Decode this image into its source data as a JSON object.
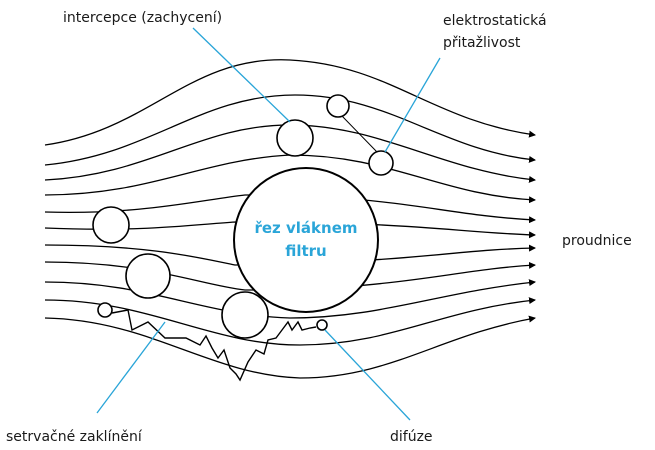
{
  "labels": {
    "interception": "intercepce (zachycení)",
    "electrostatic_line1": "elektrostatická",
    "electrostatic_line2": "přitažlivost",
    "streamlines": "proudnice",
    "inertial": "setrvačné zaklínění",
    "diffusion": "difúze",
    "fiber_line1": "řez vláknem",
    "fiber_line2": "filtru"
  },
  "colors": {
    "accent": "#2aa5d8",
    "ink": "#000000",
    "background": "#ffffff"
  }
}
